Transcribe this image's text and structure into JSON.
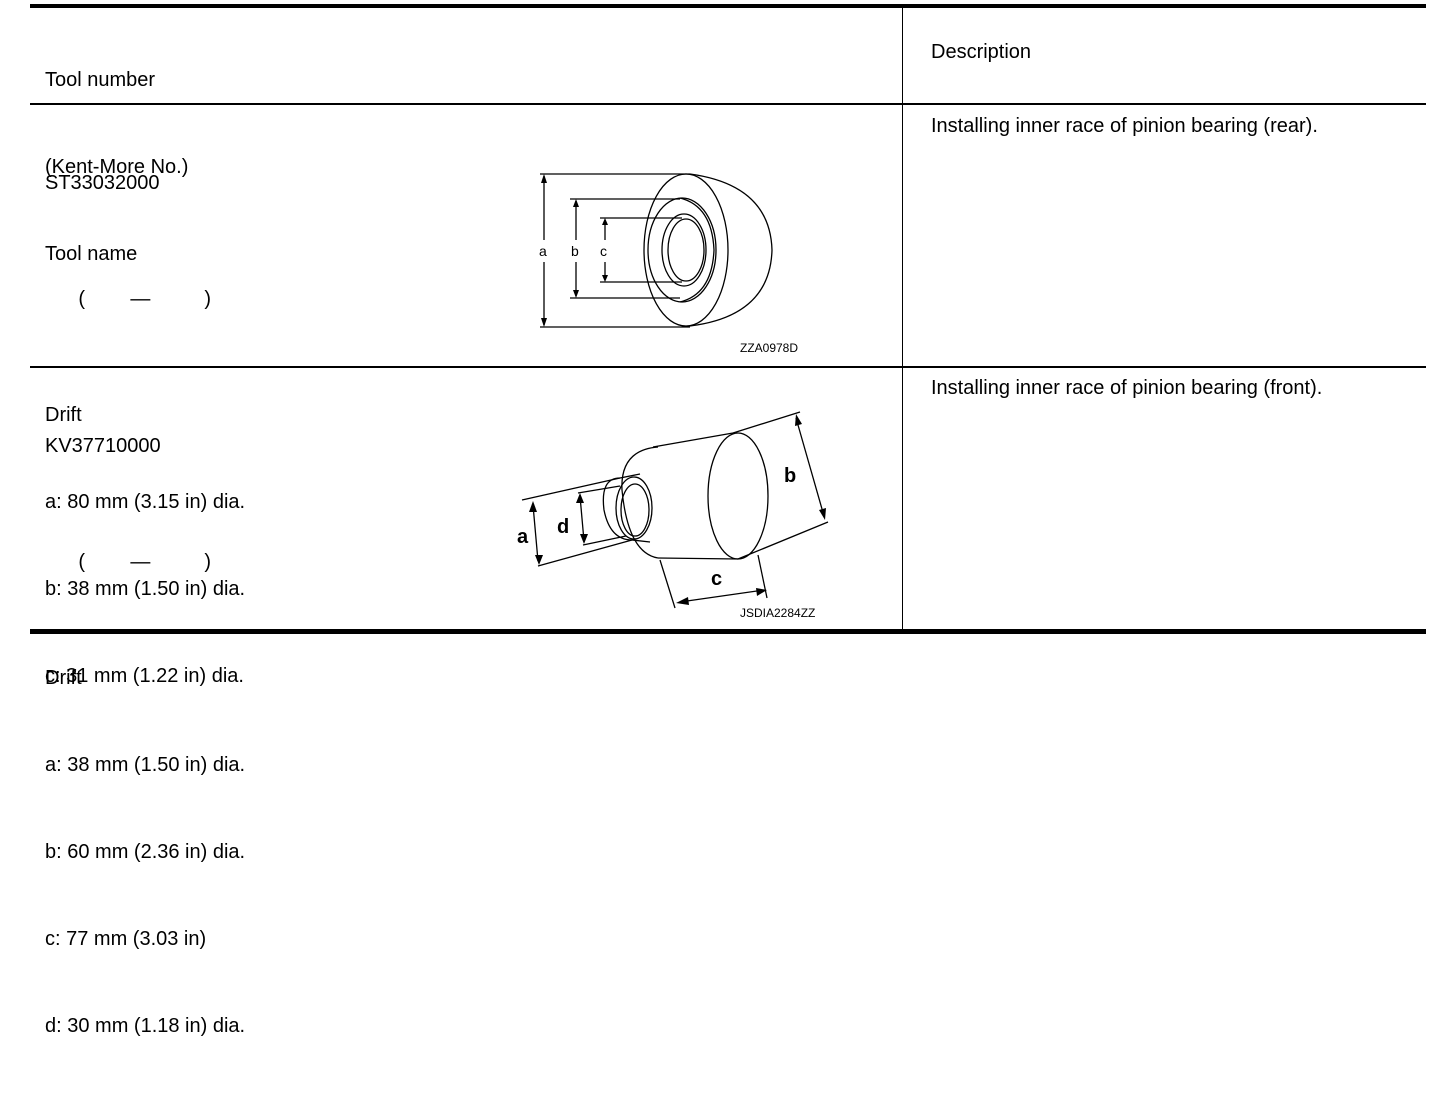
{
  "header": {
    "col1_line1": "Tool number",
    "col1_line2": "(Kent-More No.)",
    "col1_line3": "Tool name",
    "col2": "Description"
  },
  "rows": [
    {
      "tool_number": "ST33032000",
      "kent_more_open": "(",
      "kent_more_dash": "—",
      "kent_more_close": ")",
      "tool_name": "Drift",
      "specs": [
        "a: 80 mm (3.15 in) dia.",
        "b: 38 mm (1.50 in) dia.",
        "c: 31 mm (1.22 in) dia."
      ],
      "figure_code": "ZZA0978D",
      "figure_labels": [
        "a",
        "b",
        "c"
      ],
      "description": "Installing inner race of pinion bearing (rear)."
    },
    {
      "tool_number": "KV37710000",
      "kent_more_open": "(",
      "kent_more_dash": "—",
      "kent_more_close": ")",
      "tool_name": "Drift",
      "specs": [
        "a: 38 mm (1.50 in) dia.",
        "b: 60 mm (2.36 in) dia.",
        "c: 77 mm (3.03 in)",
        "d: 30 mm (1.18 in) dia."
      ],
      "figure_code": "JSDIA2284ZZ",
      "figure_labels": [
        "a",
        "b",
        "c",
        "d"
      ],
      "description": "Installing inner race of  pinion bearing (front)."
    }
  ]
}
